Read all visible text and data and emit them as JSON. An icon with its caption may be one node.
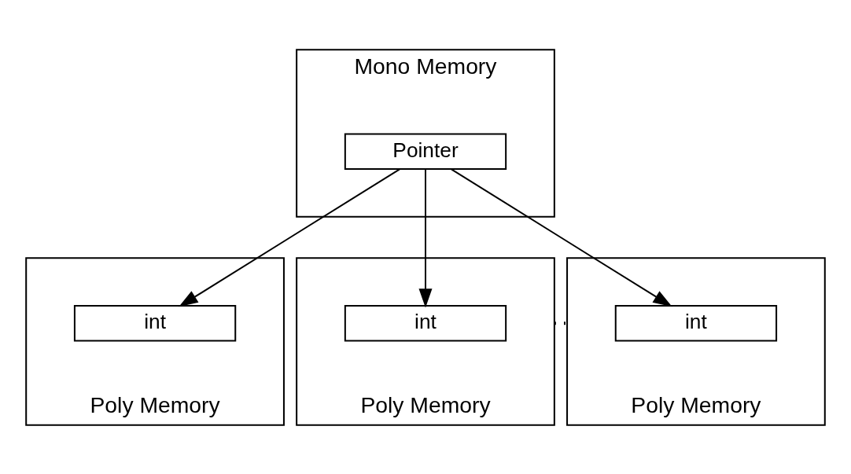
{
  "diagram": {
    "nodes": [
      {
        "text": [
          "Mono Memory"
        ]
      },
      {
        "text": [
          "Pointer"
        ],
        "in": 0
      },
      {
        "text": [
          "Poly Memory"
        ]
      },
      {
        "text": [
          "int"
        ],
        "in": 2
      },
      {
        "text": [
          "Poly Memory"
        ]
      },
      {
        "text": [
          "int"
        ],
        "in": 4
      },
      {
        "text": [
          "Poly Memory"
        ]
      },
      {
        "text": [
          "int"
        ],
        "in": 6
      }
    ],
    "edges": [
      {
        "from": 1,
        "to": 3,
        "arrow": "to"
      },
      {
        "from": 1,
        "to": 5,
        "arrow": "to"
      },
      {
        "from": 1,
        "to": 7,
        "arrow": "to"
      },
      {
        "from": 4,
        "to": 6,
        "arrow": "none",
        "style": "dashed"
      }
    ]
  }
}
